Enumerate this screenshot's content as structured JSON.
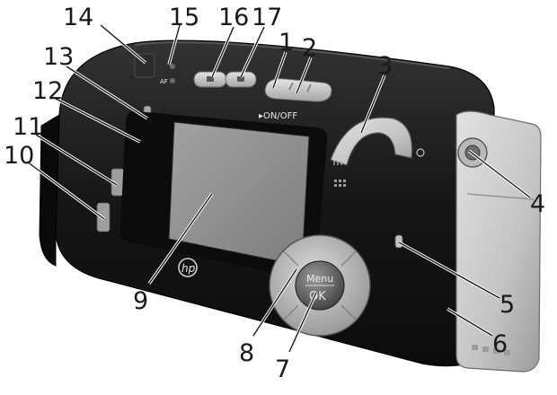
{
  "printed_text": {
    "power_label": "▸ON/OFF",
    "menu_label": "Menu",
    "ok_label": "OK",
    "af_label": "AF",
    "hp_logo": "hp"
  },
  "callouts": [
    {
      "id": "1",
      "label": "1"
    },
    {
      "id": "2",
      "label": "2"
    },
    {
      "id": "3",
      "label": "3"
    },
    {
      "id": "4",
      "label": "4"
    },
    {
      "id": "5",
      "label": "5"
    },
    {
      "id": "6",
      "label": "6"
    },
    {
      "id": "7",
      "label": "7"
    },
    {
      "id": "8",
      "label": "8"
    },
    {
      "id": "9",
      "label": "9"
    },
    {
      "id": "10",
      "label": "10"
    },
    {
      "id": "11",
      "label": "11"
    },
    {
      "id": "12",
      "label": "12"
    },
    {
      "id": "13",
      "label": "13"
    },
    {
      "id": "14",
      "label": "14"
    },
    {
      "id": "15",
      "label": "15"
    },
    {
      "id": "16",
      "label": "16"
    },
    {
      "id": "17",
      "label": "17"
    }
  ],
  "colors": {
    "body_dark": "#141414",
    "body_mid": "#2b2b2b",
    "silver": "#c9c9c9",
    "silver_dark": "#9a9a9a",
    "lcd": "#8e8e8e",
    "ink": "#1a1a1a"
  }
}
